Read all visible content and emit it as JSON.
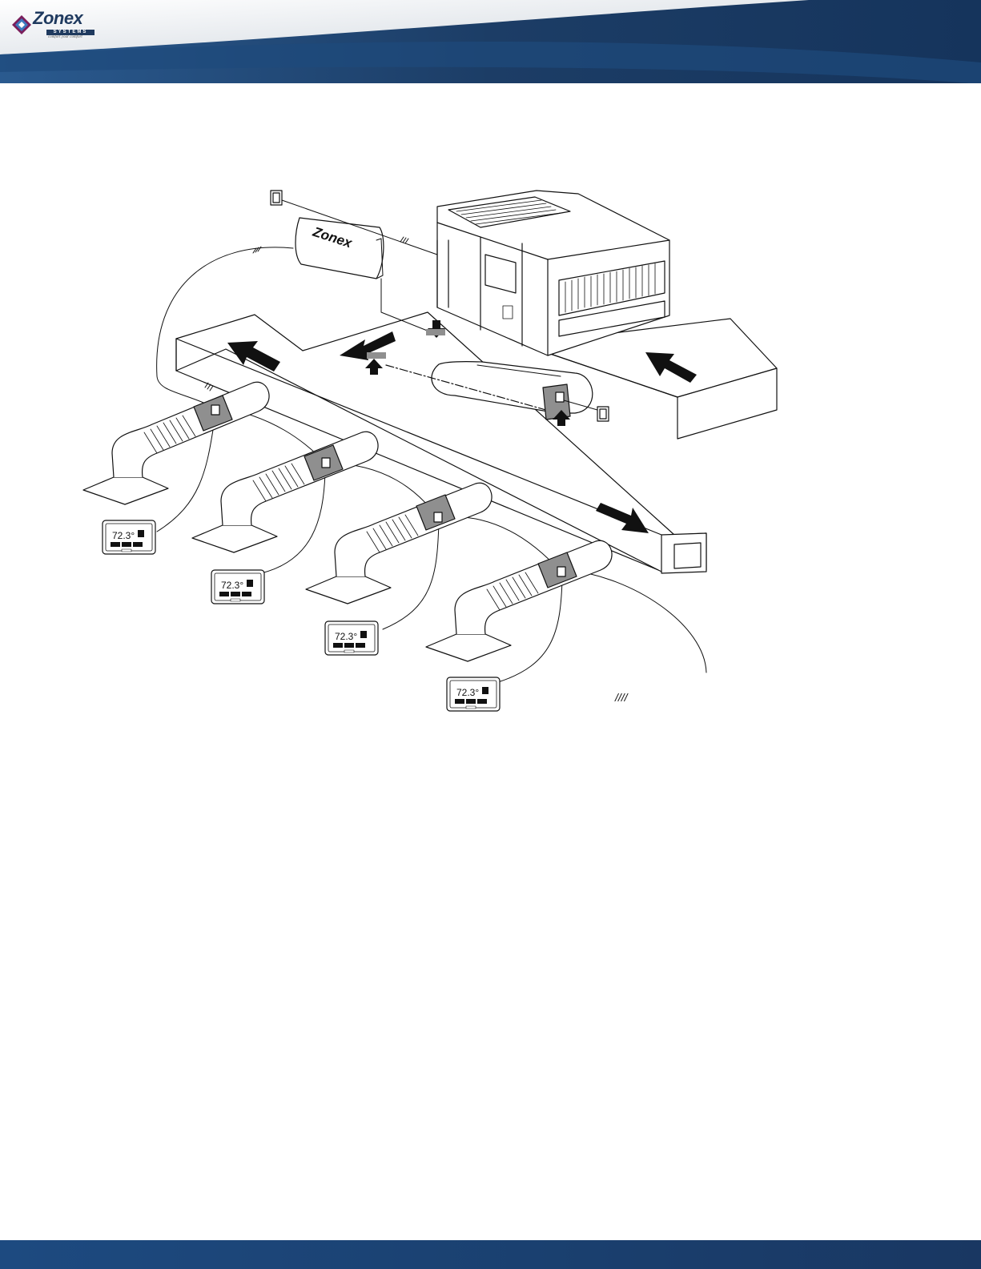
{
  "header": {
    "logo": {
      "word": "Zonex",
      "sub": "SYSTEMS",
      "tagline": "comfort your comfort"
    }
  },
  "controller": {
    "brand": "Zonex"
  },
  "thermostats": [
    {
      "temp": "72.3°"
    },
    {
      "temp": "72.3°"
    },
    {
      "temp": "72.3°"
    },
    {
      "temp": "72.3°"
    }
  ],
  "legend": {
    "wire_mark": "////"
  },
  "colors": {
    "header_navy": "#1a3f6e",
    "damper_gray": "#8f8f8f",
    "line": "#111111"
  }
}
